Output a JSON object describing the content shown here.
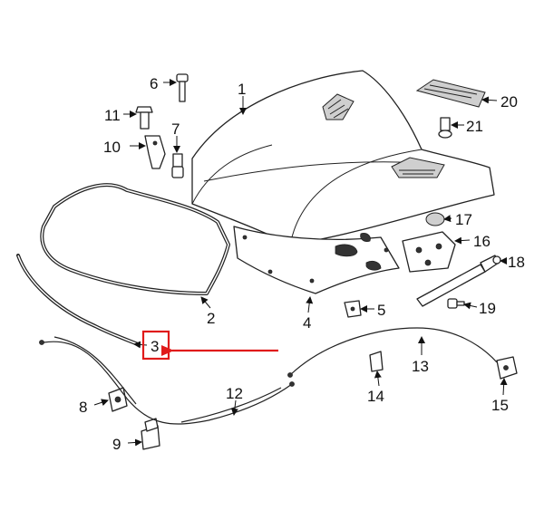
{
  "callouts": [
    {
      "id": "1",
      "label": "1"
    },
    {
      "id": "2",
      "label": "2"
    },
    {
      "id": "3",
      "label": "3"
    },
    {
      "id": "4",
      "label": "4"
    },
    {
      "id": "5",
      "label": "5"
    },
    {
      "id": "6",
      "label": "6"
    },
    {
      "id": "7",
      "label": "7"
    },
    {
      "id": "8",
      "label": "8"
    },
    {
      "id": "9",
      "label": "9"
    },
    {
      "id": "10",
      "label": "10"
    },
    {
      "id": "11",
      "label": "11"
    },
    {
      "id": "12",
      "label": "12"
    },
    {
      "id": "13",
      "label": "13"
    },
    {
      "id": "14",
      "label": "14"
    },
    {
      "id": "15",
      "label": "15"
    },
    {
      "id": "16",
      "label": "16"
    },
    {
      "id": "17",
      "label": "17"
    },
    {
      "id": "18",
      "label": "18"
    },
    {
      "id": "19",
      "label": "19"
    },
    {
      "id": "20",
      "label": "20"
    },
    {
      "id": "21",
      "label": "21"
    }
  ],
  "highlight": {
    "target": "3",
    "box_color": "#e01b1b",
    "arrow_color": "#e01b1b"
  }
}
